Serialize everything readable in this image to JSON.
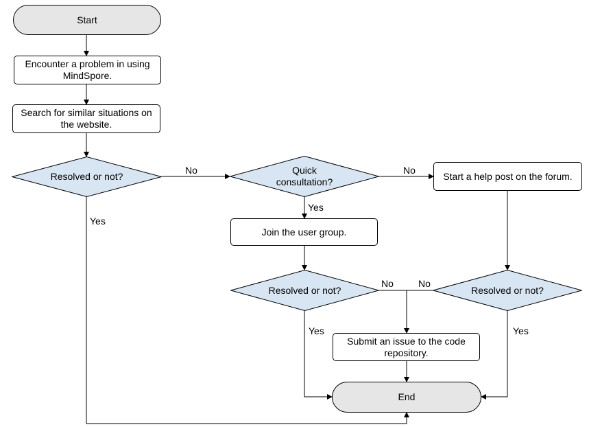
{
  "nodes": {
    "start": "Start",
    "encounter": "Encounter a problem in using MindSpore.",
    "search": "Search for similar situations on the website.",
    "resolved1": "Resolved or not?",
    "quick": "Quick consultation?",
    "forum": "Start a help post on the forum.",
    "join": "Join the user group.",
    "resolved2": "Resolved or not?",
    "resolved3": "Resolved or not?",
    "submit": "Submit an issue to the code repository.",
    "end": "End"
  },
  "edge_labels": {
    "no1": "No",
    "no2": "No",
    "yes_quick": "Yes",
    "yes_resolved1": "Yes",
    "no_resolved2": "No",
    "no_resolved3": "No",
    "yes_resolved2": "Yes",
    "yes_resolved3": "Yes"
  },
  "colors": {
    "terminal_fill": "#e6e6e6",
    "decision_fill": "#d8e5f2",
    "stroke": "#000000"
  }
}
